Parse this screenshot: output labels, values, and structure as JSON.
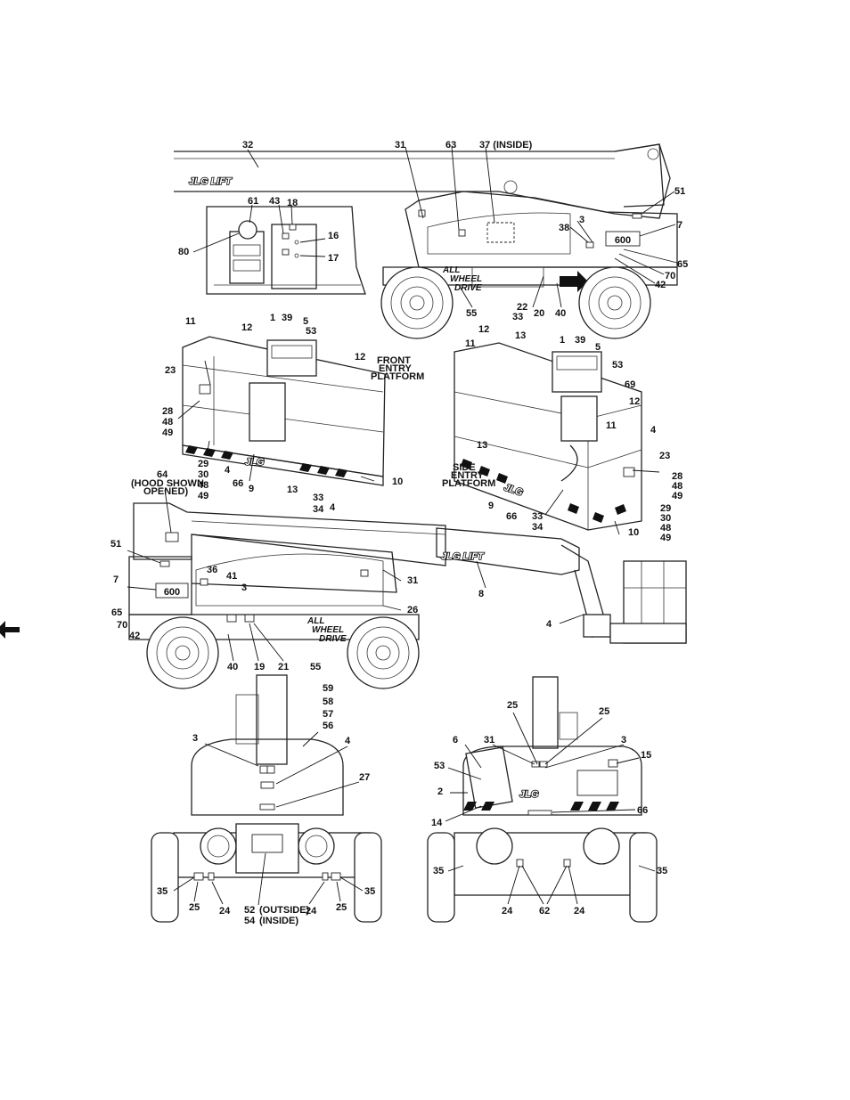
{
  "logo_text": "JLG LIFT",
  "logo_small": "JLG",
  "awd": {
    "line1": "ALL",
    "line2": "WHEEL",
    "line3": "DRIVE"
  },
  "capacity": "600",
  "callouts": {
    "c32": "32",
    "c31a": "31",
    "c63": "63",
    "c37": "37 (INSIDE)",
    "c51a": "51",
    "c7a": "7",
    "c3a": "3",
    "c38": "38",
    "c65a": "65",
    "c70a": "70",
    "c42a": "42",
    "c55a": "55",
    "c22": "22",
    "c33a": "33",
    "c20": "20",
    "c40a": "40",
    "c61": "61",
    "c43": "43",
    "c18": "18",
    "c16": "16",
    "c17": "17",
    "c80": "80",
    "c11a": "11",
    "c12a": "12",
    "c1a": "1",
    "c39a": "39",
    "c5a": "5",
    "c53a": "53",
    "front_entry_1": "FRONT",
    "front_entry_2": "ENTRY",
    "front_entry_3": "PLATFORM",
    "c12b": "12",
    "c23a": "23",
    "c28a": "28",
    "c48a": "48",
    "c49a": "49",
    "c29a": "29",
    "c30a": "30",
    "c48b": "48",
    "c49b": "49",
    "c4a": "4",
    "c66a": "66",
    "c9a": "9",
    "c13a": "13",
    "c33b": "33",
    "c34a": "34",
    "c4b": "4",
    "c10a": "10",
    "c11b": "11",
    "c12c": "12",
    "c13b": "13",
    "c1b": "1",
    "c39b": "39",
    "c5b": "5",
    "c53b": "53",
    "c69": "69",
    "c12d": "12",
    "c11c": "11",
    "c4c": "4",
    "c13c": "13",
    "c23b": "23",
    "c28b": "28",
    "c48c": "48",
    "c49c": "49",
    "side_entry_1": "SIDE",
    "side_entry_2": "ENTRY",
    "side_entry_3": "PLATFORM",
    "c9b": "9",
    "c66b": "66",
    "c33c": "33",
    "c34b": "34",
    "c29b": "29",
    "c30b": "30",
    "c48d": "48",
    "c49d": "49",
    "c10b": "10",
    "c64": "64",
    "hood_1": "(HOOD SHOWN",
    "hood_2": "OPENED)",
    "c51b": "51",
    "c36": "36",
    "c41": "41",
    "c3b": "3",
    "c7b": "7",
    "c65b": "65",
    "c70b": "70",
    "c42b": "42",
    "c31b": "31",
    "c26": "26",
    "c40b": "40",
    "c19": "19",
    "c21": "21",
    "c55b": "55",
    "c8": "8",
    "c4d": "4",
    "c59": "59",
    "c58": "58",
    "c57": "57",
    "c56": "56",
    "c3c": "3",
    "c4e": "4",
    "c27": "27",
    "c35a": "35",
    "c25a": "25",
    "c24a": "24",
    "c24b": "24",
    "c25b": "25",
    "c35b": "35",
    "c52": "52",
    "c52_note": "(OUTSIDE)",
    "c54": "54",
    "c54_note": "(INSIDE)",
    "c31c": "31",
    "c25c": "25",
    "c25d": "25",
    "c6": "6",
    "c3d": "3",
    "c15": "15",
    "c53c": "53",
    "c2": "2",
    "c14": "14",
    "c66c": "66",
    "c35c": "35",
    "c35d": "35",
    "c24c": "24",
    "c62": "62",
    "c24d": "24"
  }
}
